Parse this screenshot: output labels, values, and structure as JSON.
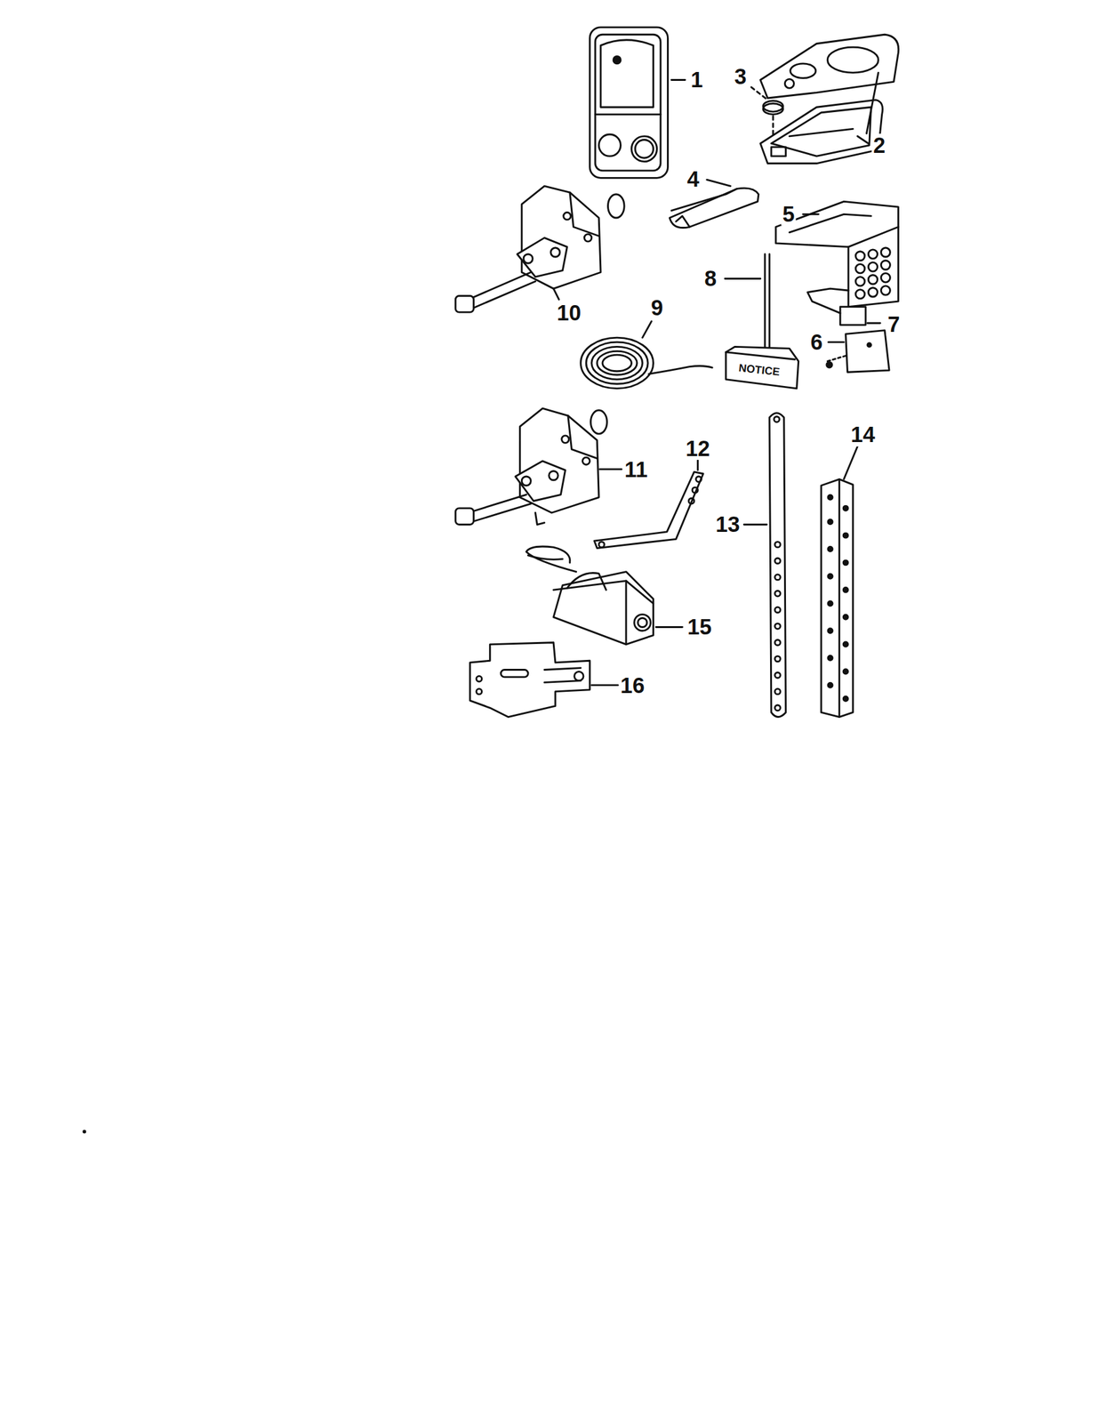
{
  "diagram": {
    "labels": [
      "1",
      "3",
      "2",
      "4",
      "5",
      "8",
      "10",
      "9",
      "7",
      "6",
      "NOTICE",
      "12",
      "14",
      "11",
      "13",
      "15",
      "16"
    ]
  }
}
